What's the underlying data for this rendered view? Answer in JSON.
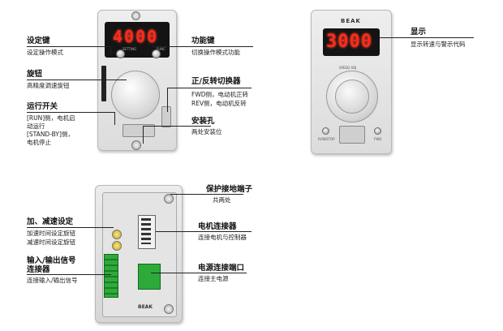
{
  "device1": {
    "display": "4000",
    "btn_left_label": "SETTING",
    "btn_right_label": "FUNC"
  },
  "device2": {
    "brand": "BEAK",
    "display": "3000",
    "knob_label": "SPEED ADJ",
    "left_label": "RUN/STOP",
    "right_label": "FWD"
  },
  "device3": {
    "brand": "BEAK"
  },
  "annotations": {
    "set_key": {
      "title": "设定键",
      "desc": "设定操作模式"
    },
    "func_key": {
      "title": "功能键",
      "desc": "切换操作模式功能"
    },
    "knob": {
      "title": "旋钮",
      "desc": "高精度调速旋钮"
    },
    "fwd_rev": {
      "title": "正/反转切换器",
      "desc1": "FWD侧，电动机正转",
      "desc2": "REV侧，电动机反转"
    },
    "run_switch": {
      "title": "运行开关",
      "desc1": "[RUN]侧，电机启",
      "desc2": "动运行",
      "desc3": "[STAND-BY]侧，",
      "desc4": "电机停止"
    },
    "mount_hole": {
      "title": "安装孔",
      "desc": "两处安装位"
    },
    "display": {
      "title": "显示",
      "desc": "显示转速与警示代码"
    },
    "ground": {
      "title": "保护接地端子",
      "desc": "共两处"
    },
    "accel": {
      "title": "加、减速设定",
      "desc1": "加速时间设定旋钮",
      "desc2": "减速时间设定旋钮"
    },
    "motor_conn": {
      "title": "电机连接器",
      "desc": "连接电机与控制器"
    },
    "io": {
      "title1": "输入/输出信号",
      "title2": "连接器",
      "desc": "连接输入/输出信号"
    },
    "power_port": {
      "title": "电源连接端口",
      "desc": "连接主电源"
    }
  }
}
